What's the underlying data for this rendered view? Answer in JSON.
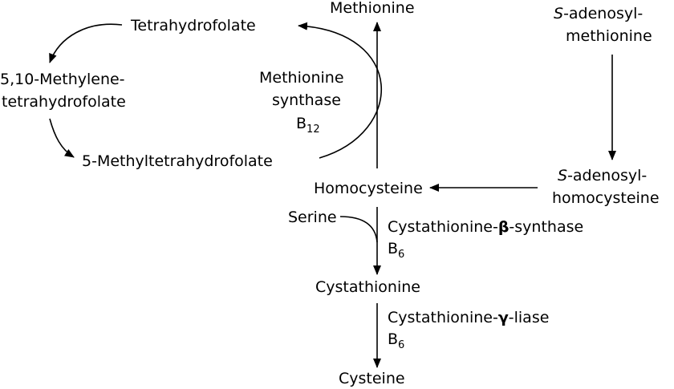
{
  "nodes": {
    "tetrahydrofolate": "Tetrahydrofolate",
    "methylene_thf": {
      "line1": "5,10-Methylene-",
      "line2": "tetrahydrofolate"
    },
    "methyl_thf": "5-Methyltetrahydrofolate",
    "methionine": "Methionine",
    "sam": {
      "prefix": "S",
      "line1_rest": "-adenosyl-",
      "line2": "methionine"
    },
    "sah": {
      "prefix": "S",
      "line1_rest": "-adenosyl-",
      "line2": "homocysteine"
    },
    "homocysteine": "Homocysteine",
    "serine": "Serine",
    "cystathionine": "Cystathionine",
    "cysteine": "Cysteine"
  },
  "enzymes": {
    "methionine_synthase": {
      "line1": "Methionine",
      "line2": "synthase",
      "cofactor_base": "B",
      "cofactor_sub": "12"
    },
    "cbs": {
      "name_start": "Cystathionine-",
      "greek": "β",
      "name_end": "-synthase",
      "cofactor_base": "B",
      "cofactor_sub": "6"
    },
    "cgl": {
      "name_start": "Cystathionine-",
      "greek": "γ",
      "name_end": "-liase",
      "cofactor_base": "B",
      "cofactor_sub": "6"
    }
  }
}
